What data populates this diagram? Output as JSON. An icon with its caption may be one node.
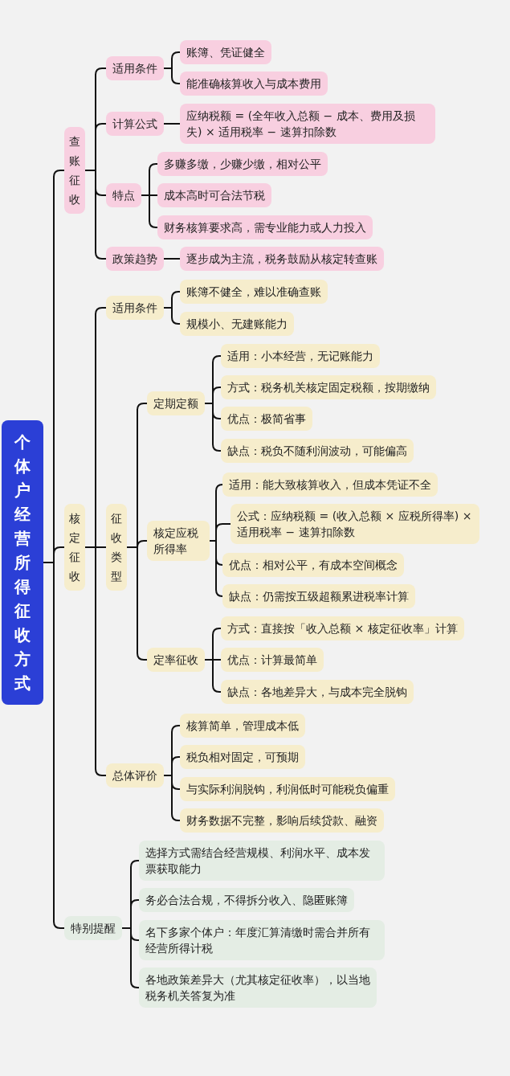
{
  "diagram": {
    "nodes": [
      {
        "text": [
          "个体户经营所得征收方式"
        ]
      },
      {
        "text": [
          "查账征收"
        ]
      },
      {
        "text": [
          "适用条件"
        ]
      },
      {
        "text": [
          "账簿、凭证健全"
        ]
      },
      {
        "text": [
          "能准确核算收入与成本费用"
        ]
      },
      {
        "text": [
          "计算公式"
        ]
      },
      {
        "text": [
          "应纳税额 = (全年收入总额 − 成本、费用及损失) × 适用税率 − 速算扣除数"
        ]
      },
      {
        "text": [
          "特点"
        ]
      },
      {
        "text": [
          "多赚多缴，少赚少缴，相对公平"
        ]
      },
      {
        "text": [
          "成本高时可合法节税"
        ]
      },
      {
        "text": [
          "财务核算要求高，需专业能力或人力投入"
        ]
      },
      {
        "text": [
          "政策趋势"
        ]
      },
      {
        "text": [
          "逐步成为主流，税务鼓励从核定转查账"
        ]
      },
      {
        "text": [
          "核定征收"
        ]
      },
      {
        "text": [
          "适用条件"
        ]
      },
      {
        "text": [
          "账簿不健全，难以准确查账"
        ]
      },
      {
        "text": [
          "规模小、无建账能力"
        ]
      },
      {
        "text": [
          "征收类型"
        ]
      },
      {
        "text": [
          "定期定额"
        ]
      },
      {
        "text": [
          "适用：小本经营，无记账能力"
        ]
      },
      {
        "text": [
          "方式：税务机关核定固定税额，按期缴纳"
        ]
      },
      {
        "text": [
          "优点：极简省事"
        ]
      },
      {
        "text": [
          "缺点：税负不随利润波动，可能偏高"
        ]
      },
      {
        "text": [
          "核定应税所得率"
        ]
      },
      {
        "text": [
          "适用：能大致核算收入，但成本凭证不全"
        ]
      },
      {
        "text": [
          "公式：应纳税额 = (收入总额 × 应税所得率) × 适用税率 − 速算扣除数"
        ]
      },
      {
        "text": [
          "优点：相对公平，有成本空间概念"
        ]
      },
      {
        "text": [
          "缺点：仍需按五级超额累进税率计算"
        ]
      },
      {
        "text": [
          "定率征收"
        ]
      },
      {
        "text": [
          "方式：直接按「收入总额 × 核定征收率」计算"
        ]
      },
      {
        "text": [
          "优点：计算最简单"
        ]
      },
      {
        "text": [
          "缺点：各地差异大，与成本完全脱钩"
        ]
      },
      {
        "text": [
          "总体评价"
        ]
      },
      {
        "text": [
          "核算简单，管理成本低"
        ]
      },
      {
        "text": [
          "税负相对固定，可预期"
        ]
      },
      {
        "text": [
          "与实际利润脱钩，利润低时可能税负偏重"
        ]
      },
      {
        "text": [
          "财务数据不完整，影响后续贷款、融资"
        ]
      },
      {
        "text": [
          "特别提醒"
        ]
      },
      {
        "text": [
          "选择方式需结合经营规模、利润水平、成本发票获取能力"
        ]
      },
      {
        "text": [
          "务必合法合规，不得拆分收入、隐匿账簿"
        ]
      },
      {
        "text": [
          "名下多家个体户：年度汇算清缴时需合并所有经营所得计税"
        ]
      },
      {
        "text": [
          "各地政策差异大（尤其核定征收率），以当地税务机关答复为准"
        ]
      }
    ],
    "edges": [
      {
        "from": 0,
        "to": 1,
        "arrow": "none"
      },
      {
        "from": 0,
        "to": 13,
        "arrow": "none"
      },
      {
        "from": 0,
        "to": 37,
        "arrow": "none"
      },
      {
        "from": 1,
        "to": 2,
        "arrow": "none"
      },
      {
        "from": 1,
        "to": 5,
        "arrow": "none"
      },
      {
        "from": 1,
        "to": 7,
        "arrow": "none"
      },
      {
        "from": 1,
        "to": 11,
        "arrow": "none"
      },
      {
        "from": 2,
        "to": 3,
        "arrow": "none"
      },
      {
        "from": 2,
        "to": 4,
        "arrow": "none"
      },
      {
        "from": 5,
        "to": 6,
        "arrow": "none"
      },
      {
        "from": 7,
        "to": 8,
        "arrow": "none"
      },
      {
        "from": 7,
        "to": 9,
        "arrow": "none"
      },
      {
        "from": 7,
        "to": 10,
        "arrow": "none"
      },
      {
        "from": 11,
        "to": 12,
        "arrow": "none"
      },
      {
        "from": 13,
        "to": 14,
        "arrow": "none"
      },
      {
        "from": 13,
        "to": 17,
        "arrow": "none"
      },
      {
        "from": 13,
        "to": 32,
        "arrow": "none"
      },
      {
        "from": 14,
        "to": 15,
        "arrow": "none"
      },
      {
        "from": 14,
        "to": 16,
        "arrow": "none"
      },
      {
        "from": 17,
        "to": 18,
        "arrow": "none"
      },
      {
        "from": 17,
        "to": 23,
        "arrow": "none"
      },
      {
        "from": 17,
        "to": 28,
        "arrow": "none"
      },
      {
        "from": 18,
        "to": 19,
        "arrow": "none"
      },
      {
        "from": 18,
        "to": 20,
        "arrow": "none"
      },
      {
        "from": 18,
        "to": 21,
        "arrow": "none"
      },
      {
        "from": 18,
        "to": 22,
        "arrow": "none"
      },
      {
        "from": 23,
        "to": 24,
        "arrow": "none"
      },
      {
        "from": 23,
        "to": 25,
        "arrow": "none"
      },
      {
        "from": 23,
        "to": 26,
        "arrow": "none"
      },
      {
        "from": 23,
        "to": 27,
        "arrow": "none"
      },
      {
        "from": 28,
        "to": 29,
        "arrow": "none"
      },
      {
        "from": 28,
        "to": 30,
        "arrow": "none"
      },
      {
        "from": 28,
        "to": 31,
        "arrow": "none"
      },
      {
        "from": 32,
        "to": 33,
        "arrow": "none"
      },
      {
        "from": 32,
        "to": 34,
        "arrow": "none"
      },
      {
        "from": 32,
        "to": 35,
        "arrow": "none"
      },
      {
        "from": 32,
        "to": 36,
        "arrow": "none"
      },
      {
        "from": 37,
        "to": 38,
        "arrow": "none"
      },
      {
        "from": 37,
        "to": 39,
        "arrow": "none"
      },
      {
        "from": 37,
        "to": 40,
        "arrow": "none"
      },
      {
        "from": 37,
        "to": 41,
        "arrow": "none"
      }
    ]
  }
}
